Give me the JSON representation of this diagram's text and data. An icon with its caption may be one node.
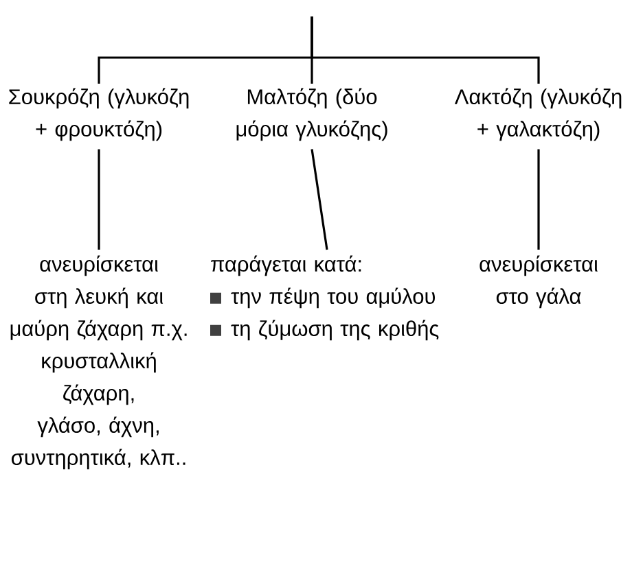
{
  "diagram": {
    "nodes": [
      {
        "text": [
          "Σουκρόζη (γλυκόζη + φρουκτόζη)"
        ]
      },
      {
        "text": [
          "Μαλτόζη (δύο μόρια γλυκόζης)"
        ]
      },
      {
        "text": [
          "Λακτόζη (γλυκόζη + γαλακτόζη)"
        ]
      },
      {
        "text": [
          "ανευρίσκεται στη λευκή και μαύρη ζάχαρη π.χ. κρυσταλλική ζάχαρη, γλάσο, άχνη, συντηρητικά, κλπ.."
        ]
      },
      {
        "text": [
          "παράγεται κατά:",
          "την πέψη του αμύλου",
          "τη ζύμωση της κριθής"
        ]
      },
      {
        "text": [
          "ανευρίσκεται στο γάλα"
        ]
      }
    ],
    "edges": [
      {
        "from": null,
        "to": 0,
        "arrow": "none"
      },
      {
        "from": null,
        "to": 1,
        "arrow": "none"
      },
      {
        "from": null,
        "to": 2,
        "arrow": "none"
      },
      {
        "from": 0,
        "to": 3,
        "arrow": "none"
      },
      {
        "from": 1,
        "to": 4,
        "arrow": "none"
      },
      {
        "from": 2,
        "to": 5,
        "arrow": "none"
      }
    ]
  }
}
